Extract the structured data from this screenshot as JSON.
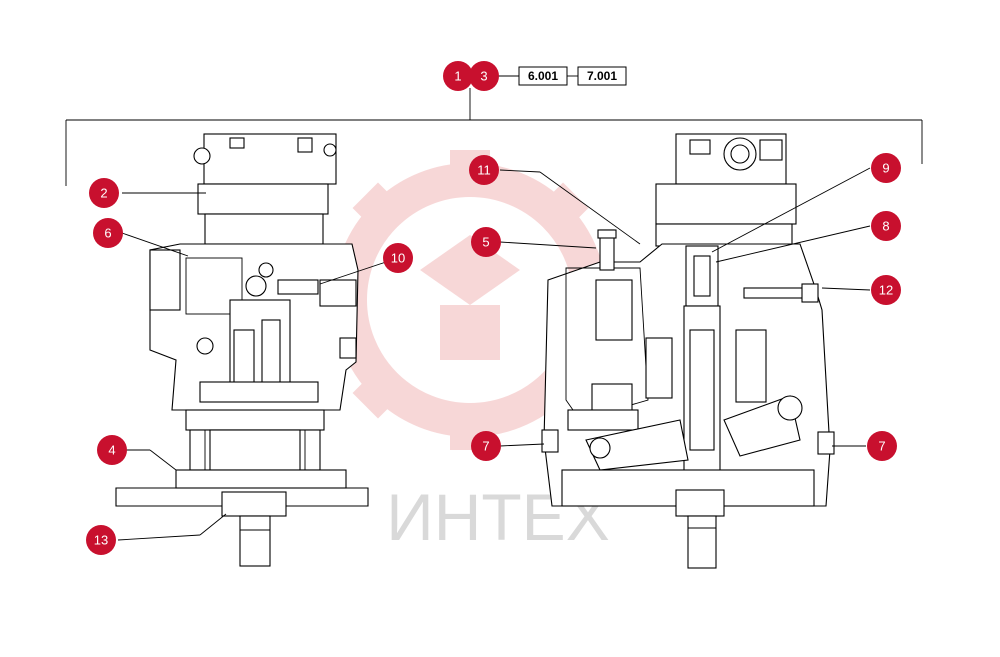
{
  "diagram": {
    "assembly_callouts": [
      "1",
      "3"
    ],
    "reference_boxes": [
      "6.001",
      "7.001"
    ],
    "callouts": {
      "c2": "2",
      "c6": "6",
      "c4": "4",
      "c13": "13",
      "c10": "10",
      "c5": "5",
      "c11": "11",
      "c9": "9",
      "c8": "8",
      "c12": "12",
      "c7a": "7",
      "c7b": "7"
    },
    "watermark_text": "ИНТЕХ",
    "colors": {
      "callout_fill": "#c8102e",
      "watermark": "#f2b8b8",
      "watermark_text": "#d9d9d9",
      "line": "#000000"
    }
  }
}
